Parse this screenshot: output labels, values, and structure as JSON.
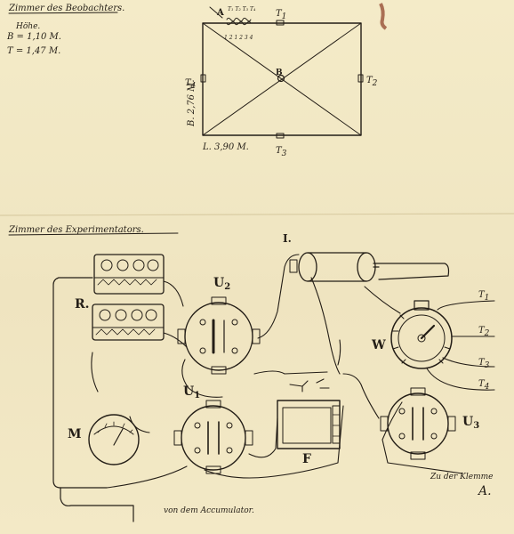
{
  "observer_room": {
    "heading": "Zimmer des Beobachters.",
    "height_label": "Höhe.",
    "height_B": "B = 1,10 M.",
    "height_T": "T = 1,47 M.",
    "corner_A": "A",
    "top_numbers": "T₁ T₂ T₃ T₄",
    "bottom_numbers": "1 2 1 2 3 4",
    "center_B": "B",
    "T1": "T",
    "T1_sub": "1",
    "T2": "T",
    "T2_sub": "2",
    "T3": "T",
    "T3_sub": "3",
    "T4": "T",
    "T4_sub": "4",
    "side_dim": "B. 2,76 M.",
    "bottom_dim": "L. 3,90 M."
  },
  "experimenter_room": {
    "heading": "Zimmer des Experimentators.",
    "R": "R.",
    "U2": "U",
    "U2_sub": "2",
    "U1": "U",
    "U1_sub": "1",
    "U3": "U",
    "U3_sub": "3",
    "I": "I.",
    "W": "W",
    "M": "M",
    "F": "F",
    "line_T1": "T",
    "line_T1_sub": "1",
    "line_T2": "T",
    "line_T2_sub": "2",
    "line_T3": "T",
    "line_T3_sub": "3",
    "line_T4": "T",
    "line_T4_sub": "4",
    "accumulator_note": "von dem Accumulator.",
    "clamp_note": "Zu der Klemme",
    "clamp_label": "A."
  }
}
